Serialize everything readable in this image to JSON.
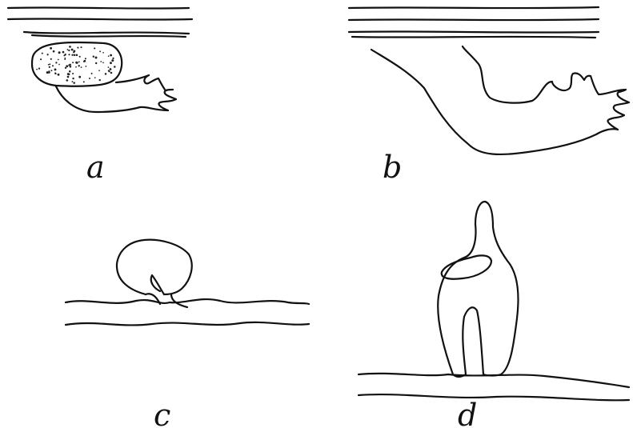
{
  "panels": {
    "a": {
      "label": "a"
    },
    "b": {
      "label": "b"
    },
    "c": {
      "label": "c"
    },
    "d": {
      "label": "d"
    }
  },
  "colors": {
    "ink": "#111111",
    "paper": "#ffffff"
  }
}
